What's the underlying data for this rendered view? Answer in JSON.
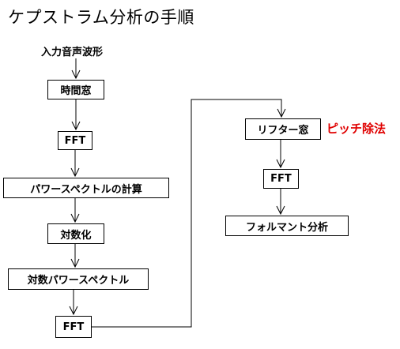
{
  "title": "ケプストラム分析の手順",
  "input_label": "入力音声波形",
  "left_flow": {
    "step1": "時間窓",
    "step2": "FFT",
    "step3": "パワースペクトルの計算",
    "step4": "対数化",
    "step5": "対数パワースペクトル",
    "step6": "FFT"
  },
  "right_flow": {
    "step1": "リフター窓",
    "step2": "FFT",
    "step3": "フォルマント分析"
  },
  "annotation": {
    "text": "ピッチ除法",
    "color": "#e00000"
  }
}
